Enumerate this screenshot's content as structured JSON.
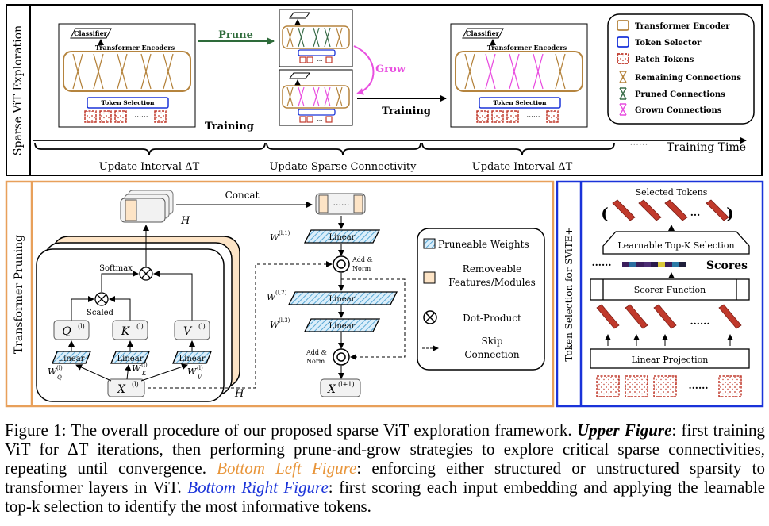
{
  "top": {
    "side_label": "Sparse ViT Exploration",
    "prune": "Prune",
    "grow": "Grow",
    "training_left": "Training",
    "training_mid": "Training",
    "classifier": "Classifier",
    "encoders": "Transformer Encoders",
    "token_selection": "Token Selection",
    "dots": "······",
    "training_time": "Training Time",
    "interval1": "Update Interval ΔT",
    "interval2": "Update Sparse Connectivity",
    "interval3": "Update Interval ΔT",
    "legend": [
      "Transformer Encoder",
      "Token Selector",
      "Patch Tokens",
      "Remaining Connections",
      "Pruned Connections",
      "Grown Connections"
    ]
  },
  "bl": {
    "side_label": "Transformer Pruning",
    "concat": "Concat",
    "h_top": "H",
    "h_bottom": "H",
    "softmax": "Softmax",
    "scaled": "Scaled",
    "q": "Q",
    "k": "K",
    "v": "V",
    "sup_l": "(l)",
    "x_in": "X",
    "x_out": "X",
    "sup_out": "(l+1)",
    "linear": "Linear",
    "wq": "W",
    "wk": "W",
    "wv": "W",
    "sub_q": "Q",
    "sub_k": "K",
    "sub_v": "V",
    "w1": "W",
    "w2": "W",
    "w3": "W",
    "sup_w1": "(l,1)",
    "sup_w2": "(l,2)",
    "sup_w3": "(l,3)",
    "addnorm1": "Add &",
    "addnorm1b": "Norm",
    "addnorm2": "Add &",
    "addnorm2b": "Norm",
    "legend_prune": "Pruneable Weights",
    "legend_remove1": "Removeable",
    "legend_remove2": "Features/Modules",
    "legend_dot": "Dot-Product",
    "legend_skip1": "Skip",
    "legend_skip2": "Connection"
  },
  "br": {
    "side_label": "Token Selection for SViTE+",
    "selected": "Selected Tokens",
    "topk": "Learnable Top-K Selection",
    "scores": "Scores",
    "scorer": "Scorer Function",
    "linear_proj": "Linear Projection",
    "dots": "······",
    "paren_open": "(",
    "paren_close": ")"
  },
  "caption": {
    "p1": "Figure 1: The overall procedure of our proposed sparse ViT exploration framework. ",
    "upper": "Upper Figure",
    "p2": ": first training ViT for ΔT iterations, then performing prune-and-grow strategies to explore critical sparse connectivities, repeating until convergence. ",
    "bottom_left": "Bottom Left Figure",
    "p3": ": enforcing either structured or unstructured sparsity to transformer layers in ViT. ",
    "bottom_right": "Bottom Right Figure",
    "p4": ": first scoring each input embedding and applying the learnable top-k selection to identify the most informative tokens."
  },
  "colors": {
    "remaining": "#b5843e",
    "pruned": "#3b6e4a",
    "grown": "#e94fe0",
    "token_selector": "#1a33d9",
    "patch": "#c0392b",
    "orange_frame": "#e8a05a",
    "blue_frame": "#1a33d9",
    "prune_arrow": "#2e6b3a",
    "grow_arrow": "#e94fe0"
  }
}
